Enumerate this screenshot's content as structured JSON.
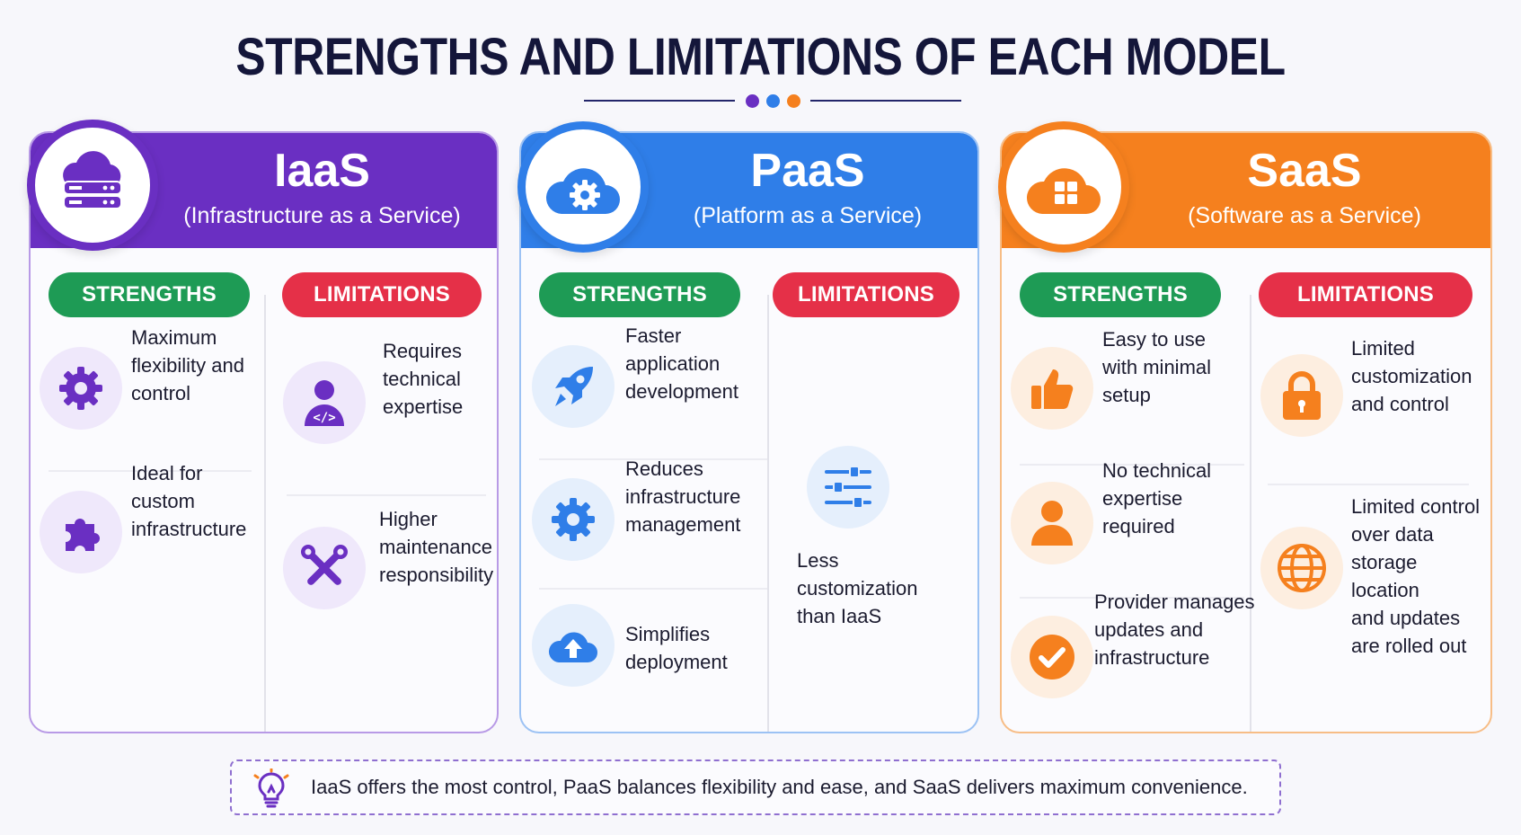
{
  "title": "STRENGTHS AND LIMITATIONS OF EACH MODEL",
  "colors": {
    "iaas": "#6a2fc2",
    "paas": "#2f7ee8",
    "saas": "#f5801e",
    "strengths": "#1e9b55",
    "limitations": "#e53048"
  },
  "labels": {
    "strengths": "STRENGTHS",
    "limitations": "LIMITATIONS"
  },
  "iaas": {
    "name": "IaaS",
    "subtitle": "(Infrastructure as a Service)",
    "icon": "server-cloud-icon",
    "strengths": [
      {
        "icon": "gear-icon",
        "text": [
          "Maximum",
          "flexibility and",
          "control"
        ]
      },
      {
        "icon": "puzzle-icon",
        "text": [
          "Ideal for",
          "custom",
          "infrastructure"
        ]
      }
    ],
    "limitations": [
      {
        "icon": "developer-icon",
        "text": [
          "Requires",
          "technical",
          "expertise"
        ]
      },
      {
        "icon": "tools-icon",
        "text": [
          "Higher",
          "maintenance",
          "responsibility"
        ]
      }
    ]
  },
  "paas": {
    "name": "PaaS",
    "subtitle": "(Platform as a Service)",
    "icon": "cloud-gear-icon",
    "strengths": [
      {
        "icon": "rocket-icon",
        "text": [
          "Faster",
          "application",
          "development"
        ]
      },
      {
        "icon": "gear-icon",
        "text": [
          "Reduces",
          "infrastructure",
          "management"
        ]
      },
      {
        "icon": "cloud-upload-icon",
        "text": [
          "Simplifies",
          "deployment"
        ]
      }
    ],
    "limitations": [
      {
        "icon": "sliders-icon",
        "text": [
          "Less",
          "customization",
          "than IaaS"
        ]
      }
    ]
  },
  "saas": {
    "name": "SaaS",
    "subtitle": "(Software as a Service)",
    "icon": "cloud-apps-icon",
    "strengths": [
      {
        "icon": "thumbs-up-icon",
        "text": [
          "Easy to use",
          "with minimal",
          "setup"
        ]
      },
      {
        "icon": "user-icon",
        "text": [
          "No technical",
          "expertise",
          "required"
        ]
      },
      {
        "icon": "check-circle-icon",
        "text": [
          "Provider manages",
          "updates and",
          "infrastructure"
        ]
      }
    ],
    "limitations": [
      {
        "icon": "lock-icon",
        "text": [
          "Limited",
          "customization",
          "and control"
        ]
      },
      {
        "icon": "globe-icon",
        "text": [
          "Limited control",
          "over data",
          "storage location",
          "and updates",
          "are rolled out"
        ]
      }
    ]
  },
  "footer": {
    "icon": "lightbulb-icon",
    "text": "IaaS offers the most control, PaaS balances flexibility and ease, and SaaS delivers maximum convenience."
  }
}
